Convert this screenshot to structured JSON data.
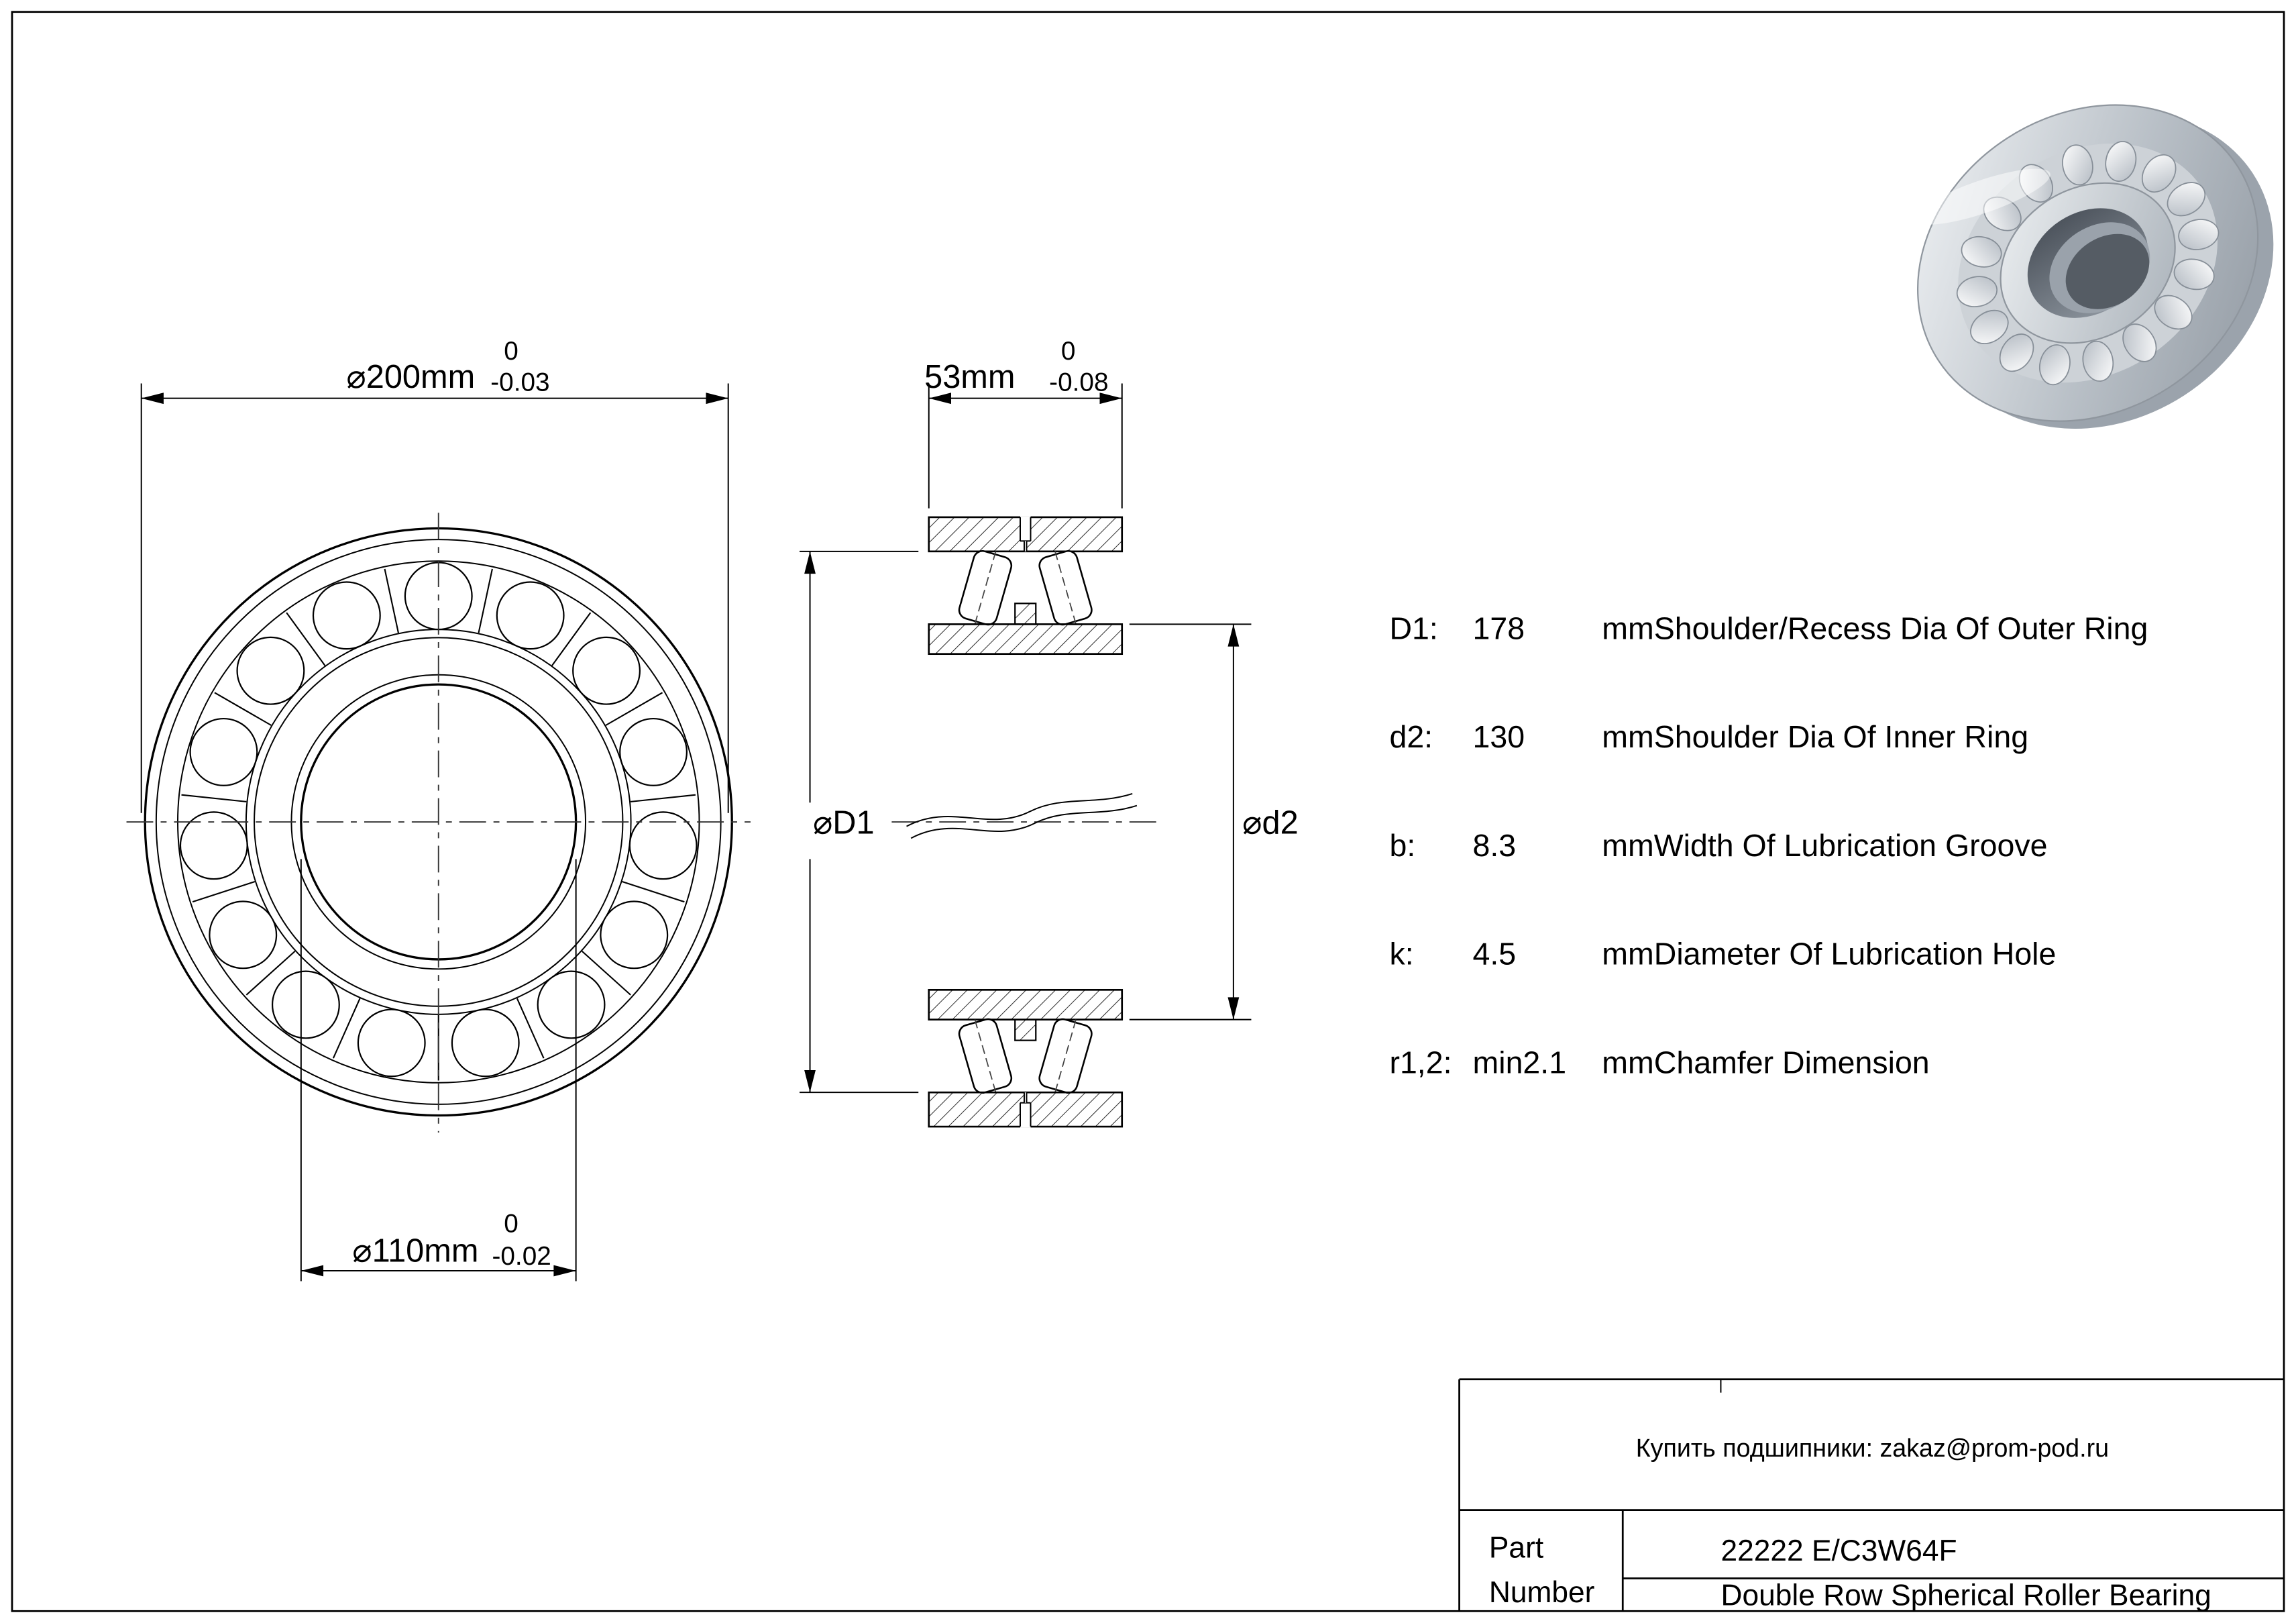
{
  "front_view": {
    "od_dimension": {
      "nominal": "⌀200mm",
      "upper": "0",
      "lower": "-0.03"
    },
    "bore_dimension": {
      "nominal": "⌀110mm",
      "upper": "0",
      "lower": "-0.02"
    }
  },
  "section_view": {
    "width_dimension": {
      "nominal": "53mm",
      "upper": "0",
      "lower": "-0.08"
    },
    "d1_label": "⌀D1",
    "d2_label": "⌀d2"
  },
  "specs": {
    "rows": [
      {
        "key": "D1:",
        "value": "178",
        "unit": "mm",
        "desc": "Shoulder/Recess Dia Of Outer Ring"
      },
      {
        "key": "d2:",
        "value": "130",
        "unit": "mm",
        "desc": "Shoulder Dia Of Inner Ring"
      },
      {
        "key": "b:",
        "value": "8.3",
        "unit": "mm",
        "desc": "Width Of Lubrication Groove"
      },
      {
        "key": "k:",
        "value": "4.5",
        "unit": "mm",
        "desc": "Diameter Of Lubrication Hole"
      },
      {
        "key": "r1,2:",
        "value": "min2.1",
        "unit": "mm",
        "desc": "Chamfer Dimension"
      }
    ]
  },
  "title_block": {
    "contact": "Купить подшипники: zakaz@prom-pod.ru",
    "part_label_1": "Part",
    "part_label_2": "Number",
    "part_number": "22222 E/C3W64F",
    "description": "Double Row Spherical Roller Bearing"
  },
  "colors": {
    "line": "#000000",
    "background": "#ffffff",
    "hatch": "#2a2a2a",
    "metal_light": "#f5f7f9",
    "metal_dark": "#8e969f"
  }
}
